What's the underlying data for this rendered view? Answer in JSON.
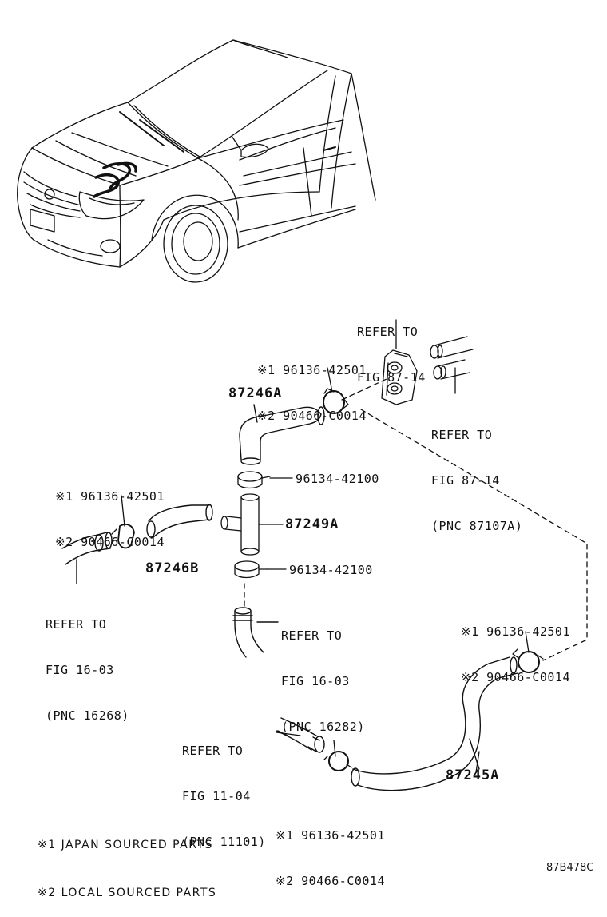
{
  "notes": {
    "note1": "※1 JAPAN SOURCED PARTS",
    "note2": "※2 LOCAL SOURCED PARTS"
  },
  "figure_code": "87B478C",
  "callouts": {
    "ref_top": [
      "REFER TO",
      "FIG 87-14"
    ],
    "clamp_top": [
      "※1 96136-42501",
      "※2 90466-C0014"
    ],
    "ref_right": [
      "REFER TO",
      "FIG 87-14",
      "(PNC 87107A)"
    ],
    "clamp_left": [
      "※1 96136-42501",
      "※2 90466-C0014"
    ],
    "ref_left": [
      "REFER TO",
      "FIG 16-03",
      "(PNC 16268)"
    ],
    "ref_center": [
      "REFER TO",
      "FIG 16-03",
      "(PNC 16282)"
    ],
    "clamp_right": [
      "※1 96136-42501",
      "※2 90466-C0014"
    ],
    "ref_bottom": [
      "REFER TO",
      "FIG 11-04",
      "(PNC 11101)"
    ],
    "clamp_bottom": [
      "※1 96136-42501",
      "※2 90466-C0014"
    ],
    "clip_upper": "96134-42100",
    "clip_lower": "96134-42100"
  },
  "part_numbers": {
    "hose_a": "87246A",
    "hose_b": "87246B",
    "tee": "87249A",
    "hose_long": "87245A"
  }
}
